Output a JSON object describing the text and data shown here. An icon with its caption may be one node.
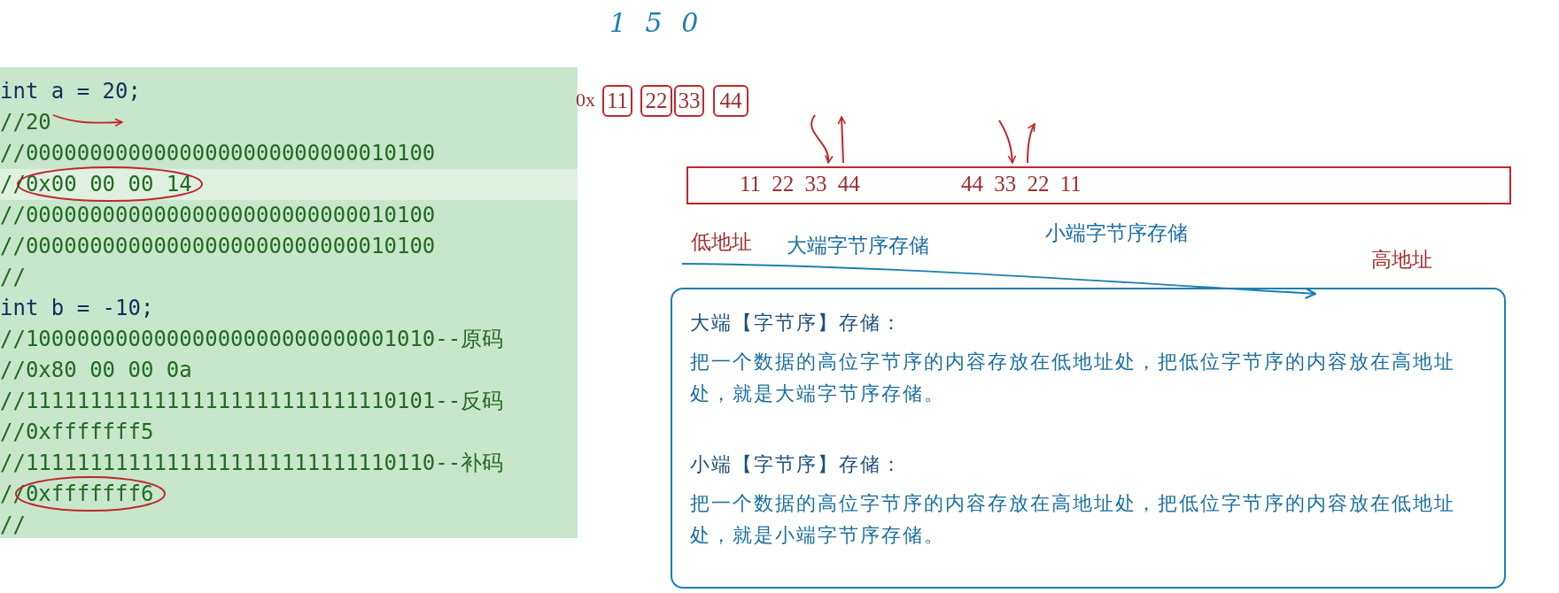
{
  "diagram": {
    "nodes": [
      {
        "text": [
          "int a = 20;",
          "//20",
          "//00000000000000000000000000010100",
          "//0x00 00 00 14",
          "//00000000000000000000000000010100",
          "//00000000000000000000000000010100",
          "//",
          "int b = -10;",
          "//10000000000000000000000000001010--原码",
          "//0x80 00 00 0a",
          "//11111111111111111111111111110101--反码",
          "//0xfffffff5",
          "//11111111111111111111111111110110--补码",
          "//0xfffffff6",
          "//"
        ]
      },
      {
        "text": [
          "11"
        ]
      },
      {
        "text": [
          "22"
        ]
      },
      {
        "text": [
          "33"
        ]
      },
      {
        "text": [
          "44"
        ]
      },
      {
        "text": [
          "11 22 33 44",
          "44 33 22 11"
        ]
      },
      {
        "text": [
          "大端【字节序】存储：",
          "把一个数据的高位字节序的内容存放在低地址处，把低位字节序的内容放在高地址处，就是大端字节序存储。",
          "小端【字节序】存储：",
          "把一个数据的高位字节序的内容存放在高地址处，把低位字节序的内容放在低地址处，就是小端字节序存储。"
        ]
      }
    ],
    "edges": [
      {
        "from": null,
        "to": 5,
        "arrow": "to"
      },
      {
        "from": 5,
        "to": null,
        "arrow": "to"
      },
      {
        "from": null,
        "to": 5,
        "arrow": "to"
      },
      {
        "from": 5,
        "to": null,
        "arrow": "to"
      }
    ],
    "labels": [
      "1 5 0",
      "0x",
      "低地址",
      "大端字节序存储",
      "小端字节序存储",
      "高地址"
    ]
  }
}
